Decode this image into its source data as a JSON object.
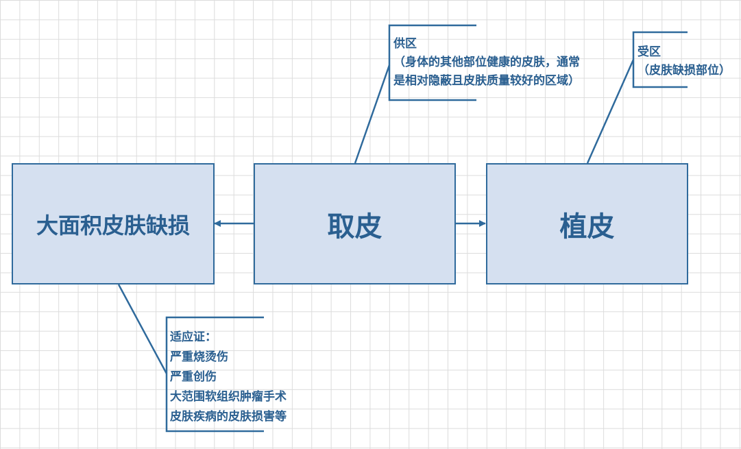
{
  "colors": {
    "border": "#2f6a9c",
    "fill": "#d5e0f0",
    "text": "#2a5f90",
    "grid": "#dcdcdc"
  },
  "nodes": {
    "defect": "大面积皮肤缺损",
    "harvest": "取皮",
    "graft": "植皮"
  },
  "callouts": {
    "donor": {
      "title": "供区",
      "lines": [
        "（身体的其他部位健康的皮肤，通常",
        "是相对隐蔽且皮肤质量较好的区域）"
      ]
    },
    "recipient": {
      "title": "受区",
      "lines": [
        "（皮肤缺损部位）"
      ]
    },
    "indications": {
      "title": "适应证：",
      "lines": [
        "严重烧烫伤",
        "严重创伤",
        "大范围软组织肿瘤手术",
        "皮肤疾病的皮肤损害等"
      ]
    }
  }
}
